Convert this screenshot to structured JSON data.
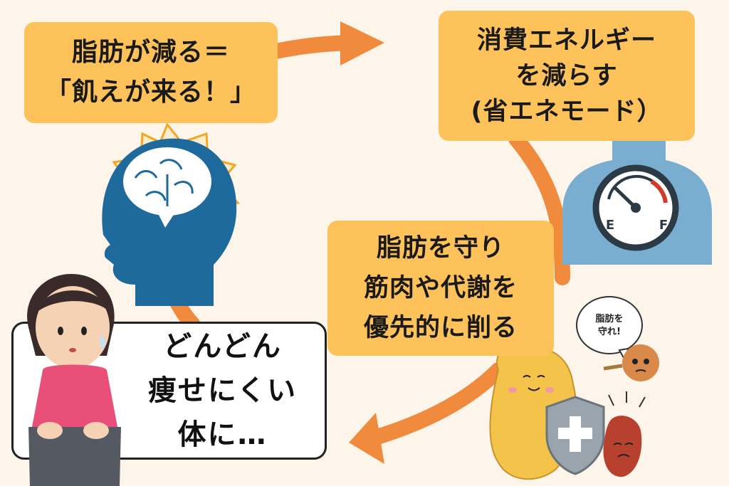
{
  "boxes": {
    "fat_decrease": {
      "line1": "脂肪が減る＝",
      "line2": "「飢えが来る！」"
    },
    "energy_reduce": {
      "line1": "消費エネルギー",
      "line2": "を減らす",
      "line3": "(省エネモード）"
    },
    "protect_fat": {
      "line1": "脂肪を守り",
      "line2": "筋肉や代謝を",
      "line3": "優先的に削る"
    },
    "result": {
      "line1": "どんどん",
      "line2": "痩せにくい",
      "line3": "体に…"
    }
  },
  "gauge": {
    "empty_label": "E",
    "full_label": "F"
  },
  "speech_bubble": {
    "line1": "脂肪を",
    "line2": "守れ!"
  },
  "colors": {
    "background": "#fdf4ea",
    "box_fill": "#fdc35a",
    "arrow": "#f08a3c",
    "brain_head": "#1e6a9c",
    "torso": "#7aaed0",
    "fat_character": "#f4c349",
    "shield": "#9aa4ad",
    "muscle": "#b8402e"
  },
  "icons": [
    "brain-head-icon",
    "burst-icon",
    "torso-fuel-gauge-icon",
    "fat-character-shield-icon",
    "muscle-character-icon",
    "woman-pinching-belly-icon"
  ]
}
